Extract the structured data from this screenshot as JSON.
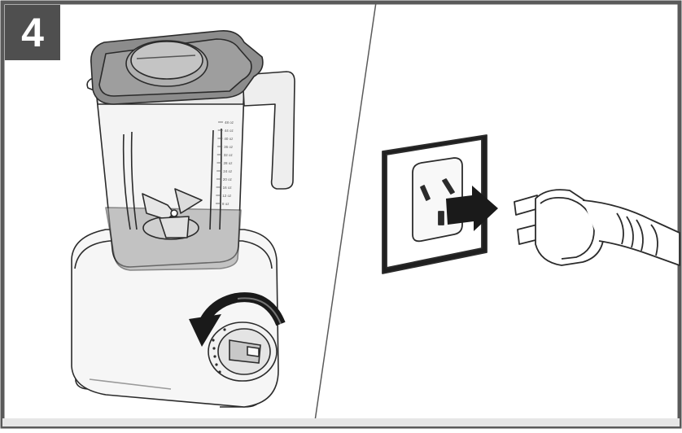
{
  "step": {
    "number": "4"
  },
  "blender": {
    "jar_markings": [
      "48 oz",
      "44 oz",
      "40 oz",
      "36 oz",
      "32 oz",
      "28 oz",
      "24 oz",
      "20 oz",
      "16 oz",
      "12 oz",
      "8 oz"
    ]
  },
  "icons": {
    "step_badge": "step-number-badge",
    "dial_arrow": "rotate-counterclockwise-arrow-icon",
    "unplug_arrow": "unplug-arrow-icon"
  },
  "colors": {
    "frame": "#5a5a5a",
    "badge": "#4f4f4f",
    "line": "#2b2b2b",
    "lid": "#8c8c8c",
    "arrow": "#1a1a1a"
  }
}
